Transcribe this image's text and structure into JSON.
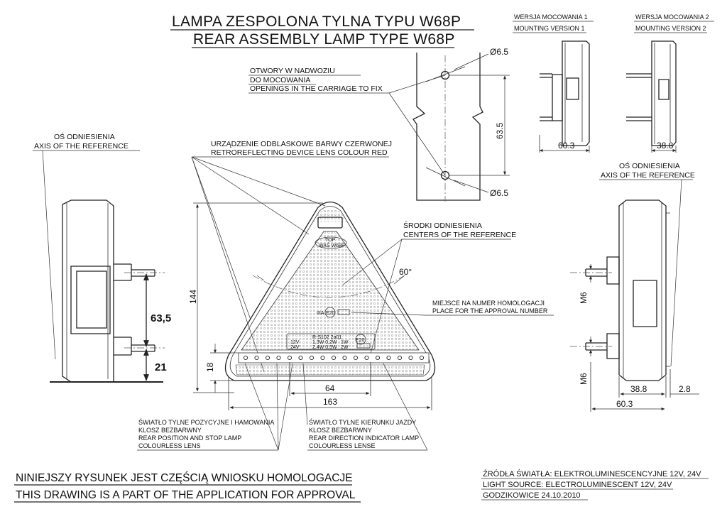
{
  "title": {
    "line1": "LAMPA ZESPOLONA TYLNA  TYPU W68P",
    "line2": "REAR ASSEMBLY LAMP TYPE W68P"
  },
  "mounting": {
    "v1_pl": "WERSJA MOCOWANIA 1",
    "v1_en": "MOUNTING VERSION 1",
    "v2_pl": "WERSJA MOCOWANIA 2",
    "v2_en": "MOUNTING VERSION 2",
    "v1_depth": "60.3",
    "v2_depth": "38.8"
  },
  "holes": {
    "pl_1": "OTWORY W NADWOZIU",
    "pl_2": "DO MOCOWANIA",
    "en": "OPENINGS IN THE CARRIAGE TO FIX",
    "diameter_top": "Ø6.5",
    "diameter_bottom": "Ø6.5",
    "spacing": "63.5"
  },
  "axis_left": {
    "pl": "OŚ ODNIESIENIA",
    "en": "AXIS OF THE REFERENCE"
  },
  "axis_right": {
    "pl": "OŚ ODNIESIENIA",
    "en": "AXIS OF THE REFERENCE"
  },
  "reflector": {
    "pl": "URZĄDZENIE ODBLASKOWE BARWY CZERWONEJ",
    "en": "RETROREFLECTING DEVICE LENS COLOUR RED"
  },
  "centers": {
    "pl": "ŚRODKI ODNIESIENIA",
    "en": "CENTERS OF THE REFERENCE"
  },
  "angle": "60°",
  "approval": {
    "pl": "MIEJSCE NA NUMER HOMOLOGACJI",
    "en": "PLACE FOR THE APPROVAL NUMBER"
  },
  "lens_marks": {
    "top": "TOP",
    "was": "WAŚ W68P",
    "iiia": "IIIA",
    "e20": "E20",
    "r_code": "R-S102  2a01",
    "v12": "12V",
    "v24": "24V",
    "w1": "1,3W  0,2W",
    "w2": "2,4W  0,5W",
    "w3": "1W",
    "w4": "2W"
  },
  "dimensions": {
    "height": "144",
    "bottom_row": "18",
    "led_span": "64",
    "width": "163",
    "left_spacing": "63,5",
    "left_bottom": "21",
    "m6_top": "M6",
    "m6_bottom": "M6",
    "right_depth1": "38.8",
    "right_depth2": "2.8",
    "right_depth3": "60.3"
  },
  "lamps": {
    "tail_pl_1": "ŚWIATŁO TYLNE POZYCYJNE I HAMOWANIA",
    "tail_pl_2": "KLOSZ BEZBARWNY",
    "tail_en_1": "REAR POSITION AND STOP LAMP",
    "tail_en_2": "COLOURLESS LENS",
    "dir_pl_1": "ŚWIATŁO TYLNE KIERUNKU JAZDY",
    "dir_pl_2": "KLOSZ BEZBARWNY",
    "dir_en_1": "REAR DIRECTION INDICATOR LAMP",
    "dir_en_2": "COLOURLESS LENSE"
  },
  "footer": {
    "pl": "NINIEJSZY RYSUNEK JEST CZĘŚCIĄ WNIOSKU  HOMOLOGACJE",
    "en": "THIS DRAWING IS A PART OF THE APPLICATION FOR  APPROVAL",
    "src_pl": "ŹRÓDŁA ŚWIATŁA: ELEKTROLUMINESCENCYJNE  12V, 24V",
    "src_en": "LIGHT SOURCE: ELECTROLUMINESCENT  12V, 24V",
    "place_date": "GODZIKOWICE 24.10.2010"
  }
}
